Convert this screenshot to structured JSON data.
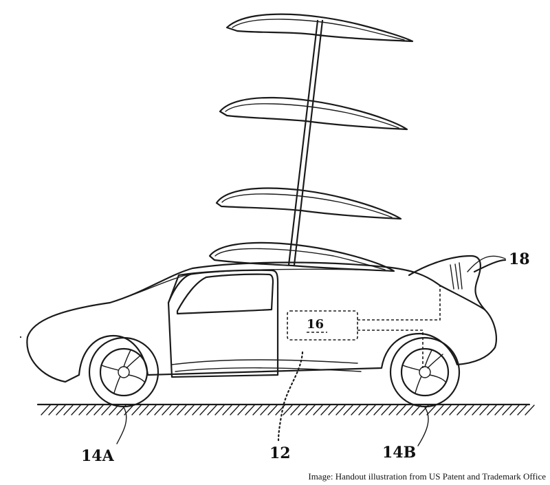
{
  "figure": {
    "labels": {
      "vehicle_body": "12",
      "front_wheel": "14A",
      "rear_wheel": "14B",
      "control_module": "16",
      "rear_housing": "18"
    },
    "credit": "Image: Handout illustration from US Patent and Trademark Office"
  }
}
